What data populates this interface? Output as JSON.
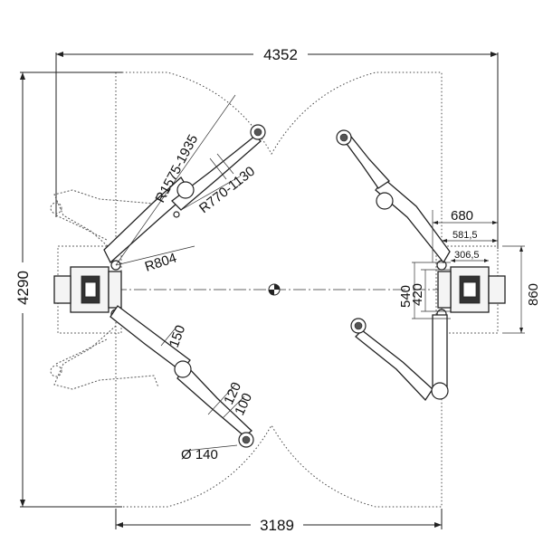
{
  "dimensions": {
    "overall_width": "4352",
    "overall_depth": "4290",
    "inner_width": "3189",
    "radius_arm_range": "R1575-1935",
    "radius_pad_range": "R770-1130",
    "radius_swing": "R804",
    "arm_width": "150",
    "pad_height_1": "120",
    "pad_height_2": "100",
    "pad_diameter": "Ø 140",
    "post_offset_680": "680",
    "post_offset_581": "581,5",
    "post_offset_306": "306,5",
    "post_depth_540": "540",
    "post_depth_420": "420",
    "post_base_860": "860"
  }
}
